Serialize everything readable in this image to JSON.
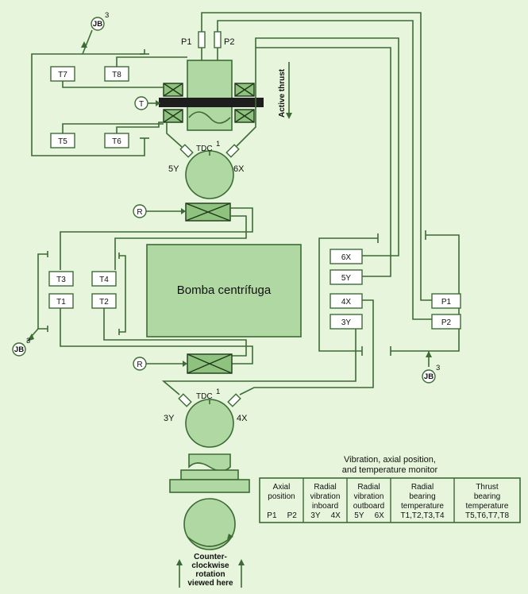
{
  "sensors": {
    "t7": "T7",
    "t8": "T8",
    "t5": "T5",
    "t6": "T6",
    "t3": "T3",
    "t4": "T4",
    "t1": "T1",
    "t2": "T2",
    "p1": "P1",
    "p2": "P2",
    "y5": "5Y",
    "x6": "6X",
    "y3": "3Y",
    "x4": "4X",
    "tdc_top": "TDC",
    "tdc_bottom": "TDC",
    "tdc_superscript": "1"
  },
  "terminals": {
    "box_6x": "6X",
    "box_5y": "5Y",
    "box_4x": "4X",
    "box_3y": "3Y",
    "box_p1": "P1",
    "box_p2": "P2"
  },
  "junction_boxes": {
    "label": "JB",
    "superscript": "3"
  },
  "markers": {
    "t_marker": "T",
    "r_marker_top": "R",
    "r_marker_bottom": "R"
  },
  "labels": {
    "active_thrust": "Active thrust",
    "pump": "Bomba centrífuga",
    "rotation_line1": "Counter-",
    "rotation_line2": "clockwise",
    "rotation_line3": "rotation",
    "rotation_line4": "viewed here"
  },
  "monitor": {
    "title_line1": "Vibration, axial position,",
    "title_line2": "and temperature monitor",
    "columns": [
      {
        "header": [
          "Axial",
          "position"
        ],
        "values": [
          "P1",
          "P2"
        ]
      },
      {
        "header": [
          "Radial",
          "vibration",
          "inboard"
        ],
        "values": [
          "3Y",
          "4X"
        ]
      },
      {
        "header": [
          "Radial",
          "vibration",
          "outboard"
        ],
        "values": [
          "5Y",
          "6X"
        ]
      },
      {
        "header": [
          "Radial",
          "bearing",
          "temperature"
        ],
        "values": [
          "T1,T2,T3,T4"
        ]
      },
      {
        "header": [
          "Thrust",
          "bearing",
          "temperature"
        ],
        "values": [
          "T5,T6,T7,T8"
        ]
      }
    ]
  }
}
